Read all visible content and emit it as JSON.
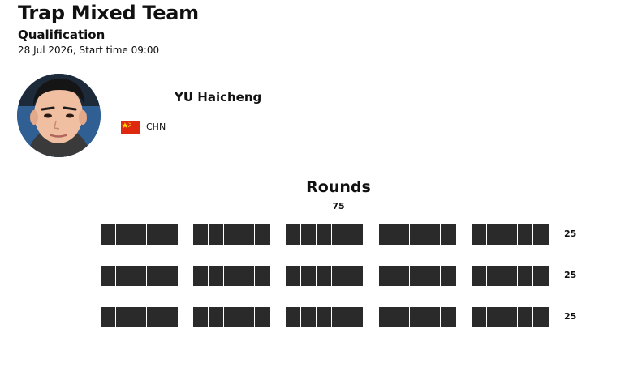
{
  "header": {
    "event_title": "Trap Mixed Team",
    "phase": "Qualification",
    "datetime": "28 Jul 2026, Start time 09:00"
  },
  "athlete": {
    "name": "YU Haicheng",
    "country_code": "CHN",
    "flag_icon": "china-flag-icon",
    "flag_colors": {
      "field": "#de2910",
      "stars": "#ffde00"
    }
  },
  "rounds": {
    "title": "Rounds",
    "total": "75",
    "shot_color": "#2a2a2a",
    "rows": [
      {
        "score": "25"
      },
      {
        "score": "25"
      },
      {
        "score": "25"
      }
    ]
  }
}
